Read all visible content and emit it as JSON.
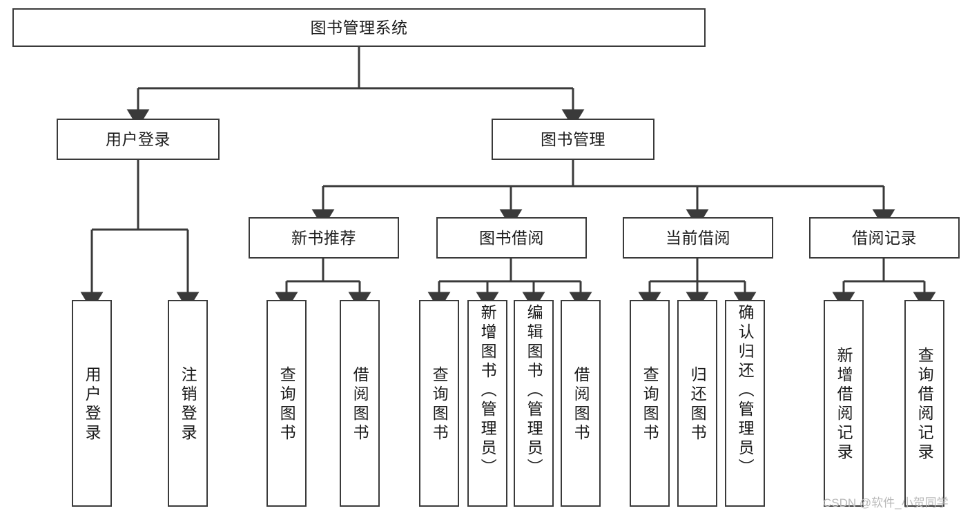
{
  "diagram": {
    "title": "图书管理系统",
    "watermark": "CSDN @软件_小贺同学",
    "colors": {
      "stroke": "#3a3a3a",
      "fill": "#ffffff",
      "text": "#1b1b1b",
      "watermark": "#b9b9b9"
    },
    "nodes": {
      "root": "图书管理系统",
      "level1": [
        "用户登录",
        "图书管理"
      ],
      "level2": [
        "新书推荐",
        "图书借阅",
        "当前借阅",
        "借阅记录"
      ],
      "leaves": {
        "user_login": [
          "用户登录",
          "注销登录"
        ],
        "new_book": [
          "查询图书",
          "借阅图书"
        ],
        "book_borrow": [
          "查询图书",
          "新增图书（管理员）",
          "编辑图书（管理员）",
          "借阅图书"
        ],
        "current_borrow": [
          "查询图书",
          "归还图书",
          "确认归还（管理员）"
        ],
        "borrow_record": [
          "新增借阅记录",
          "查询借阅记录"
        ]
      }
    }
  }
}
